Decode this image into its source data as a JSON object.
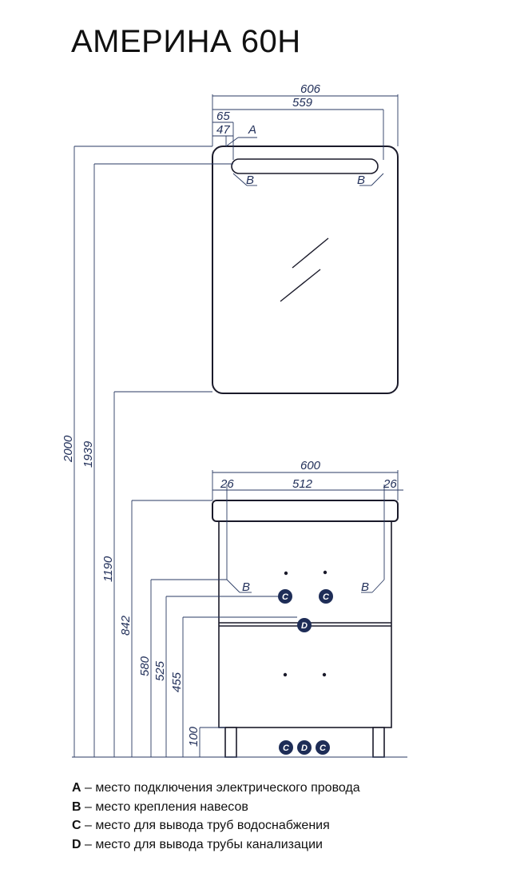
{
  "title": "АМЕРИНА 60Н",
  "mirror": {
    "width_overall": "606",
    "width_lamp": "559",
    "offset_outer": "65",
    "offset_inner": "47",
    "socket_tag": "A",
    "hanger_tag_left": "B",
    "hanger_tag_right": "B"
  },
  "cabinet": {
    "width_overall": "600",
    "inner_width": "512",
    "side_left": "26",
    "side_right": "26",
    "hanger_tag_left": "B",
    "hanger_tag_right": "B",
    "water_tag_left": "C",
    "water_tag_right": "C",
    "drain_tag": "D",
    "floor_tags": [
      "C",
      "D",
      "C"
    ]
  },
  "heights": {
    "h2000": "2000",
    "h1939": "1939",
    "h1190": "1190",
    "h842": "842",
    "h580": "580",
    "h525": "525",
    "h455": "455",
    "h100": "100"
  },
  "legend": [
    {
      "key": "A",
      "text": " – место подключения электрического провода"
    },
    {
      "key": "B",
      "text": " – место крепления навесов"
    },
    {
      "key": "C",
      "text": " – место для вывода труб водоснабжения"
    },
    {
      "key": "D",
      "text": " – место для вывода трубы канализации"
    }
  ],
  "colors": {
    "dimension": "#22305a",
    "outline": "#1a1a2a",
    "marker": "#1e2d57"
  }
}
